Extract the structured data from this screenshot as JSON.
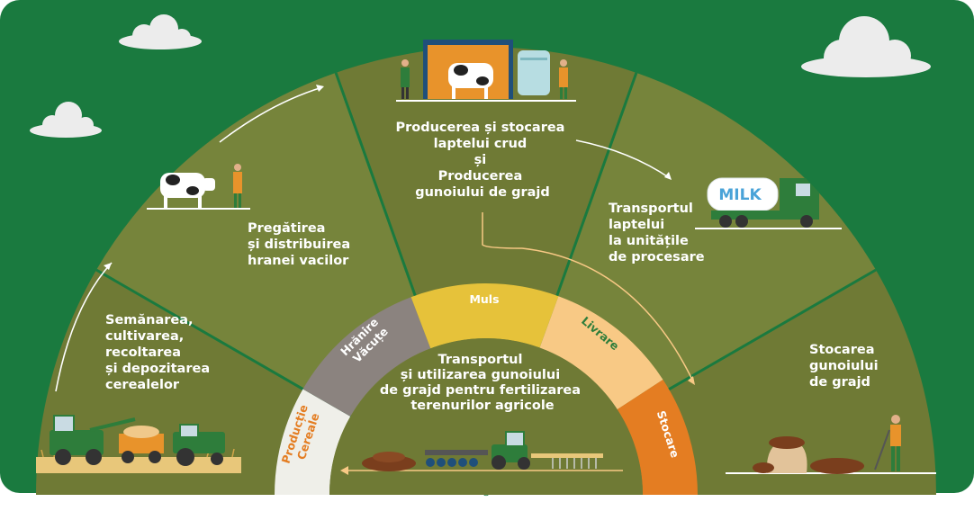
{
  "colors": {
    "background": "#1a7a3f",
    "sector_dark": "#6f7a35",
    "sector_light": "#76843b",
    "label_text": "#ffffff",
    "ring_productie": "#efefe9",
    "ring_hranire": "#8b837f",
    "ring_muls": "#e6c23a",
    "ring_livrare": "#f8c985",
    "ring_stocare": "#e47d22",
    "milk_truck": "#2e7d3b"
  },
  "stages": [
    {
      "id": "semanarea",
      "lines": [
        "Semănarea,",
        "cultivarea,",
        "recoltarea",
        "și depozitarea",
        "cerealelor"
      ],
      "icon": "harvester-tractor-icon"
    },
    {
      "id": "pregatirea",
      "lines": [
        "Pregătirea",
        "și distribuirea",
        "hranei vacilor"
      ],
      "icon": "cow-farmer-icon"
    },
    {
      "id": "producerea",
      "lines": [
        "Producerea și stocarea",
        "laptelui crud",
        "și",
        "Producerea",
        "gunoiului de grajd"
      ],
      "icon": "milking-barn-icon"
    },
    {
      "id": "transportul-laptelui",
      "lines": [
        "Transportul",
        "laptelui",
        "la unitățile",
        "de procesare"
      ],
      "icon": "milk-truck-icon"
    },
    {
      "id": "stocarea-gunoiului",
      "lines": [
        "Stocarea",
        "gunoiului",
        "de grajd"
      ],
      "icon": "manure-storage-icon"
    }
  ],
  "ring_labels": [
    {
      "id": "productie",
      "lines": [
        "Producție",
        "Cereale"
      ]
    },
    {
      "id": "hranire",
      "lines": [
        "Hrănire",
        "Văcuțe"
      ]
    },
    {
      "id": "muls",
      "lines": [
        "Muls"
      ]
    },
    {
      "id": "livrare",
      "lines": [
        "Livrare"
      ]
    },
    {
      "id": "stocare",
      "lines": [
        "Stocare"
      ]
    }
  ],
  "center": {
    "lines": [
      "Transportul",
      "și utilizarea gunoiului",
      "de grajd pentru fertilizarea",
      "terenurilor agricole"
    ],
    "icon": "manure-spreader-tractor-icon"
  },
  "milk_truck_text": "MILK"
}
